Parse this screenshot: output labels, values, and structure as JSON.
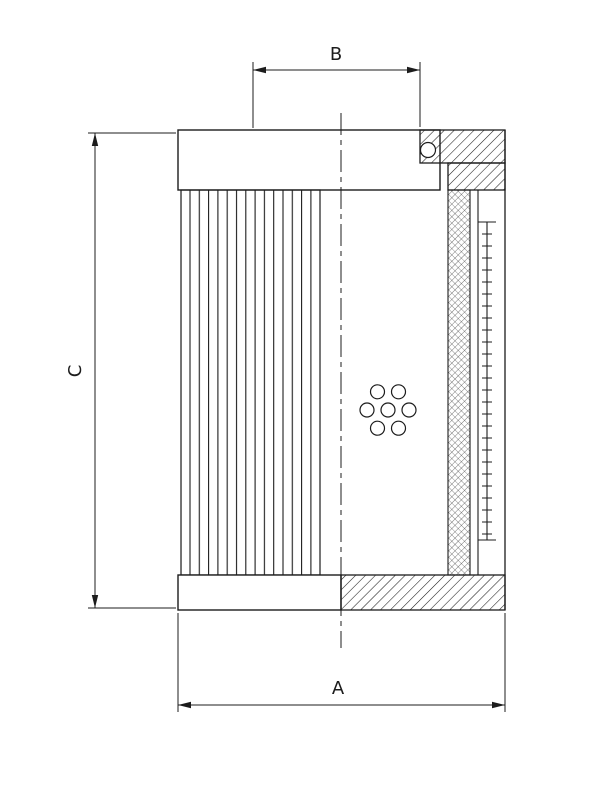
{
  "page": {
    "background_color": "#ffffff",
    "line_color": "#1c1c1c"
  },
  "dimensions": {
    "a": {
      "label": "A"
    },
    "b": {
      "label": "B"
    },
    "c": {
      "label": "C"
    }
  }
}
